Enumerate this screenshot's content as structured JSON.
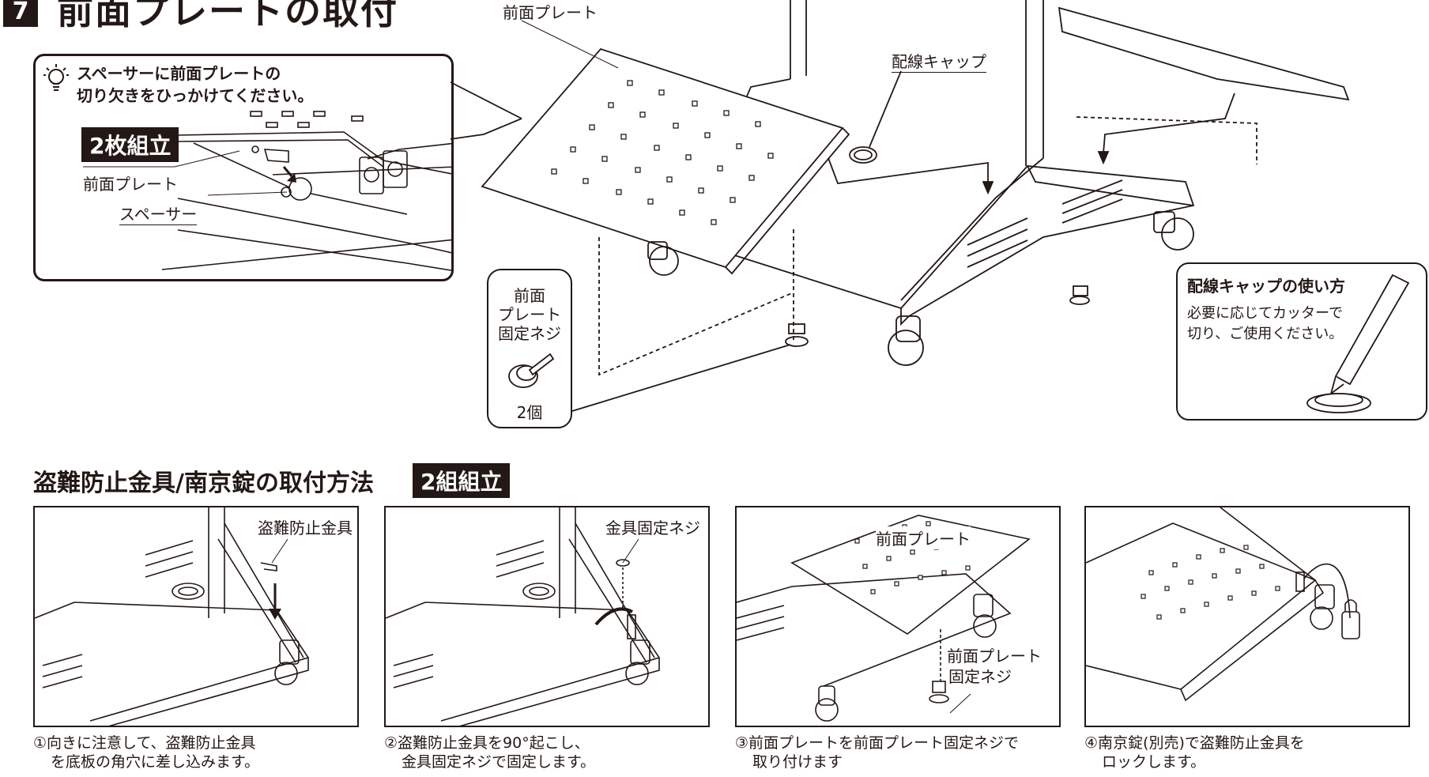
{
  "section7": {
    "number": "7",
    "title": "前面プレートの取付"
  },
  "callout": {
    "tip_line1": "スペーサーに前面プレートの",
    "tip_line2": "切り欠きをひっかけてください。",
    "badge": "2枚組立",
    "label_plate": "前面プレート",
    "label_spacer": "スペーサー",
    "icon": "lightbulb-icon"
  },
  "main_diagram": {
    "label_front_plate": "前面プレート",
    "label_wiring_cap": "配線キャップ"
  },
  "screw_box": {
    "line1": "前面",
    "line2": "プレート",
    "line3": "固定ネジ",
    "count": "2個"
  },
  "cap_box": {
    "title": "配線キャップの使い方",
    "line1": "必要に応じてカッターで",
    "line2": "切り、ご使用ください。"
  },
  "anti_theft": {
    "title": "盗難防止金具/南京錠の取付方法",
    "badge": "2組組立"
  },
  "steps": [
    {
      "label": "盗難防止金具",
      "caption1": "①向きに注意して、盗難防止金具",
      "caption2": "を底板の角穴に差し込みます。"
    },
    {
      "label": "金具固定ネジ",
      "caption1": "②盗難防止金具を90°起こし、",
      "caption2": "金具固定ネジで固定します。"
    },
    {
      "label": "前面プレート",
      "label2a": "前面プレート",
      "label2b": "固定ネジ",
      "caption1": "③前面プレートを前面プレート固定ネジで",
      "caption2": "取り付けます"
    },
    {
      "caption1": "④南京錠(別売)で盗難防止金具を",
      "caption2": "ロックします。"
    }
  ],
  "colors": {
    "ink": "#231815",
    "bg": "#ffffff"
  }
}
